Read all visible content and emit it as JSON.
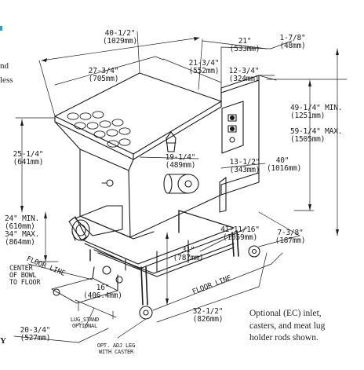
{
  "left_text_fragments": [
    "nd",
    "less",
    "Y"
  ],
  "dimensions": {
    "top_depth_in": "40-1/2\"",
    "top_depth_mm": "(1029mm)",
    "width_in": "21\"",
    "width_mm": "(533mm)",
    "offset_in": "1-7/8\"",
    "offset_mm": "(48mm)",
    "top_inner_in": "27-3/4\"",
    "top_inner_mm": "(705mm)",
    "top_width_in": "21-3/4\"",
    "top_width_mm": "(552mm)",
    "side_in": "12-3/4\"",
    "side_mm": "(324mm)",
    "height_min_in": "49-1/4\" MIN.",
    "height_min_mm": "(1251mm)",
    "height_max_in": "59-1/4\" MAX.",
    "height_max_mm": "(1505mm)",
    "left_height_in": "25-1/4\"",
    "left_height_mm": "(641mm)",
    "throat_in": "19-1/4\"",
    "throat_mm": "(489mm)",
    "motor_in": "13-1/2\"",
    "motor_mm": "(343mm)",
    "overall_h_in": "40\"",
    "overall_h_mm": "(1016mm)",
    "bowl_min_in": "24\" MIN.",
    "bowl_min_mm": "(610mm)",
    "bowl_max_in": "34\" MAX.",
    "bowl_max_mm": "(864mm)",
    "leg_h_in": "31\"",
    "leg_h_mm": "(787mm)",
    "diag_in": "41-11/16\"",
    "diag_mm": "(1059mm)",
    "right_off_in": "7-3/8\"",
    "right_off_mm": "(187mm)",
    "lug_in": "16\"",
    "lug_mm": "(406.4mm)",
    "base_depth_in": "32-1/2\"",
    "base_depth_mm": "(826mm)",
    "base_left_in": "20-3/4\"",
    "base_left_mm": "(527mm)"
  },
  "labels": {
    "floor_line_left": "FLOOR LINE",
    "floor_line_right": "FLOOR LINE",
    "center_bowl": [
      "CENTER",
      "OF BOWL",
      "TO FLOOR"
    ],
    "lug_stand": [
      "LUG STAND",
      "OPTIONAL"
    ],
    "adj_leg": [
      "OPT. ADJ LEG",
      "WITH CASTER"
    ]
  },
  "caption": [
    "Optional (EC) inlet,",
    "casters, and meat lug",
    "holder rods shown."
  ],
  "colors": {
    "line": "#1a1a1a",
    "accent": "#1f9fd3",
    "paper": "#ffffff"
  }
}
